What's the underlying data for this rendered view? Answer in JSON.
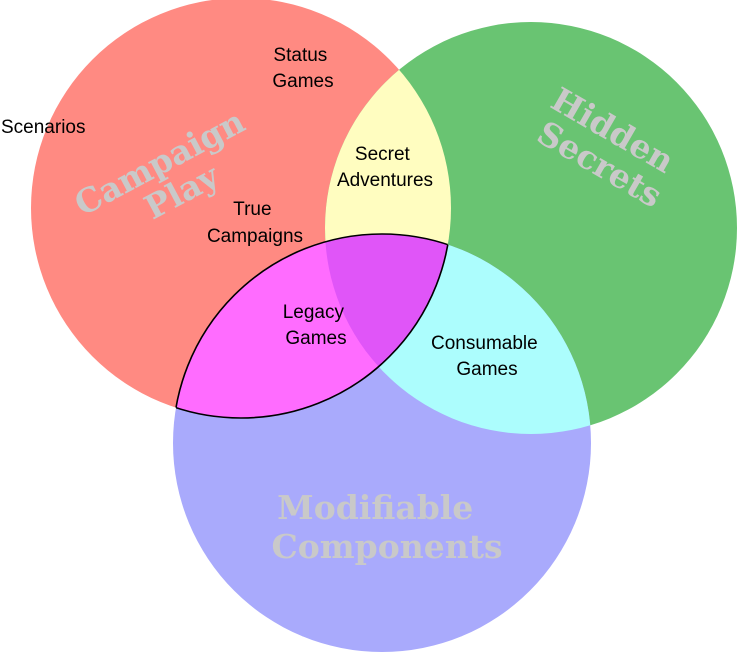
{
  "circles": {
    "campaign_play": {
      "label_line1": "Campaign",
      "label_line2": "Play",
      "color": "#ff8a82"
    },
    "hidden_secrets": {
      "label_line1": "Hidden",
      "label_line2": "Secrets",
      "color": "#69c472"
    },
    "modifiable_components": {
      "label_line1": "Modifiable",
      "label_line2": "Components",
      "color": "#a9aafc"
    }
  },
  "regions": {
    "scenarios": {
      "line1": "Scenarios"
    },
    "status_games": {
      "line1": "Status",
      "line2": "Games"
    },
    "true_campaigns": {
      "line1": "True",
      "line2": "Campaigns"
    },
    "secret_adventures": {
      "line1": "Secret",
      "line2": "Adventures",
      "color": "#fffdc0"
    },
    "legacy_games": {
      "line1": "Legacy",
      "line2": "Games",
      "color": "#ff6cff",
      "center_color": "#e055f8"
    },
    "consumable_games": {
      "line1": "Consumable",
      "line2": "Games",
      "color": "#acfdfd"
    }
  }
}
